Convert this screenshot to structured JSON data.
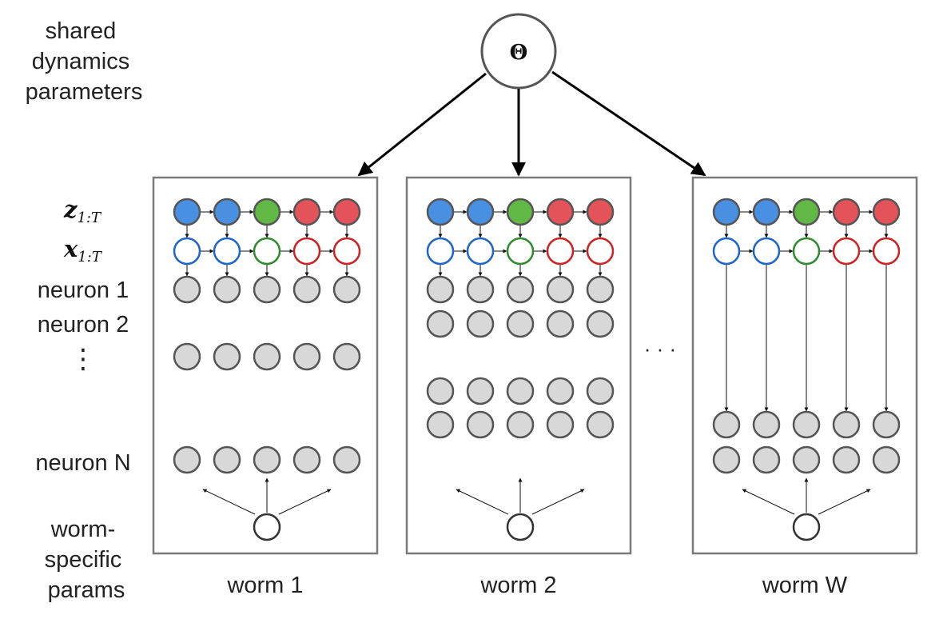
{
  "theta_node": {
    "symbol": "Θ"
  },
  "left_labels": {
    "shared_params_lines": [
      "shared",
      "dynamics",
      "parameters"
    ],
    "z_label": {
      "base": "z",
      "sub": "1:T"
    },
    "x_label": {
      "base": "x",
      "sub": "1:T"
    },
    "neuron_1": "neuron 1",
    "neuron_2": "neuron 2",
    "vdots": "⋮",
    "neuron_n": "neuron N",
    "worm_specific_lines": [
      "worm-",
      "specific",
      "params"
    ]
  },
  "between_panels_ellipsis": "· · ·",
  "state_colors": {
    "blue": {
      "fill": "#4a90e2",
      "stroke": "#1e66c6"
    },
    "green": {
      "fill": "#62b845",
      "stroke": "#2e8b2e"
    },
    "red": {
      "fill": "#e5535a",
      "stroke": "#cc2222"
    }
  },
  "neuron_color": {
    "fill": "#d8d8d8",
    "stroke": "#555555"
  },
  "panel_color": "#7a7a7a",
  "state_sequence": [
    "blue",
    "blue",
    "green",
    "red",
    "red"
  ],
  "panels": [
    {
      "label": "worm 1"
    },
    {
      "label": "worm 2"
    },
    {
      "label": "worm W"
    }
  ]
}
